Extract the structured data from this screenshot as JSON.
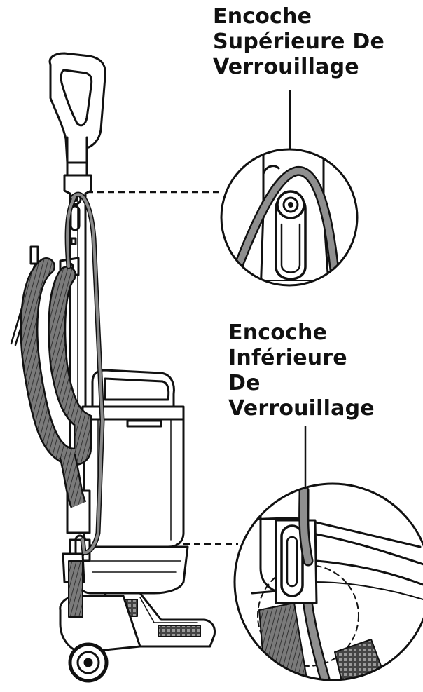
{
  "labels": {
    "upper_notch": [
      "Encoche",
      "Supérieure De",
      "Verrouillage"
    ],
    "lower_notch": [
      "Encoche",
      "Inférieure",
      "De",
      "Verrouillage"
    ]
  },
  "colors": {
    "ink": "#111111",
    "cord": "#8a8a8a",
    "hose": "#6f6f6f",
    "background": "#ffffff"
  }
}
